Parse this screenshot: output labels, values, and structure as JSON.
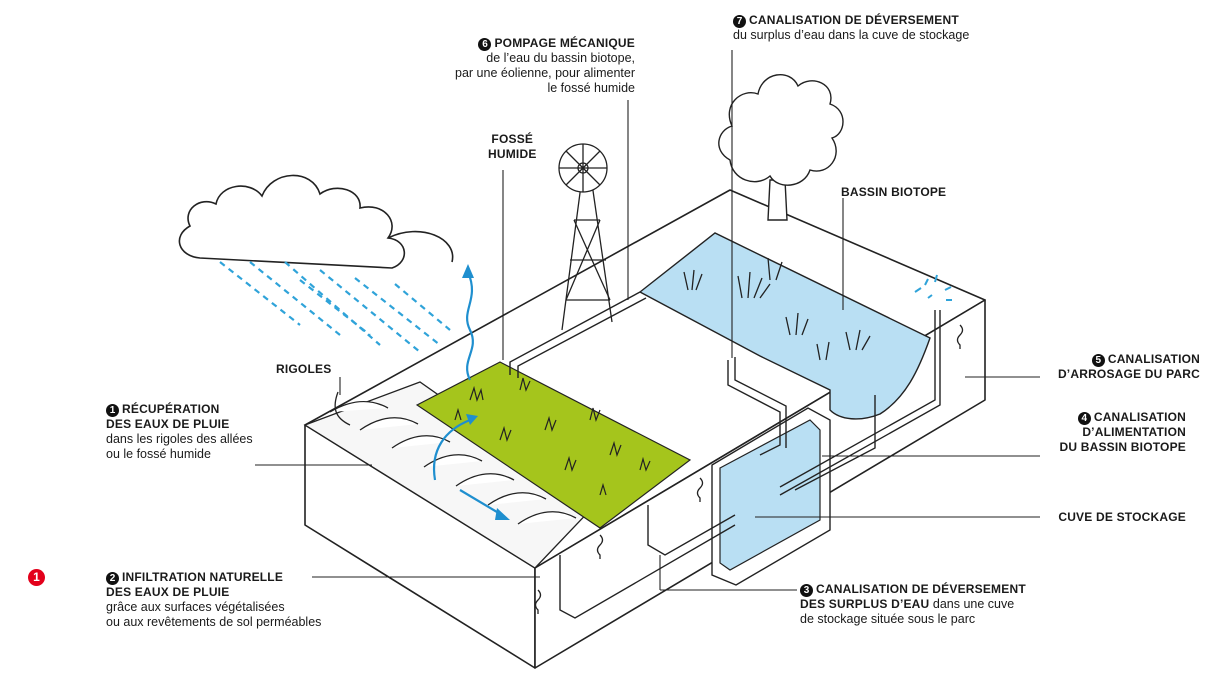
{
  "page_marker": "1",
  "labels": {
    "rigoles": "RIGOLES",
    "fosse": {
      "line1": "FOSSÉ",
      "line2": "HUMIDE"
    },
    "bassin": "BASSIN BIOTOPE",
    "cuve": "CUVE DE STOCKAGE",
    "item1": {
      "num": "1",
      "title1": "RÉCUPÉRATION",
      "title2": "DES EAUX DE PLUIE",
      "desc1": "dans les rigoles des allées",
      "desc2": "ou le fossé humide"
    },
    "item2": {
      "num": "2",
      "title1": "INFILTRATION NATURELLE",
      "title2": "DES EAUX DE PLUIE",
      "desc1": "grâce aux surfaces végétalisées",
      "desc2": "ou aux revêtements de sol perméables"
    },
    "item3": {
      "num": "3",
      "title1": "CANALISATION DE DÉVERSEMENT",
      "title2": "DES SURPLUS D’EAU",
      "desc_inline": " dans une cuve",
      "desc2": "de stockage située sous le parc"
    },
    "item4": {
      "num": "4",
      "title1": "CANALISATION",
      "title2": "D’ALIMENTATION",
      "title3": "DU BASSIN BIOTOPE"
    },
    "item5": {
      "num": "5",
      "title1": "CANALISATION",
      "title2": "D’ARROSAGE DU PARC"
    },
    "item6": {
      "num": "6",
      "title1": "POMPAGE MÉCANIQUE",
      "desc1": "de l’eau du bassin biotope,",
      "desc2": "par une éolienne, pour alimenter",
      "desc3": "le fossé humide"
    },
    "item7": {
      "num": "7",
      "title1": "CANALISATION DE DÉVERSEMENT",
      "desc1": "du surplus d’eau dans la cuve de stockage"
    }
  },
  "colors": {
    "water": "#b9dff3",
    "rain": "#2fa3d9",
    "pipe_arrow": "#1f8fcf",
    "grass": "#a5c51c",
    "marker": "#e3001b"
  }
}
